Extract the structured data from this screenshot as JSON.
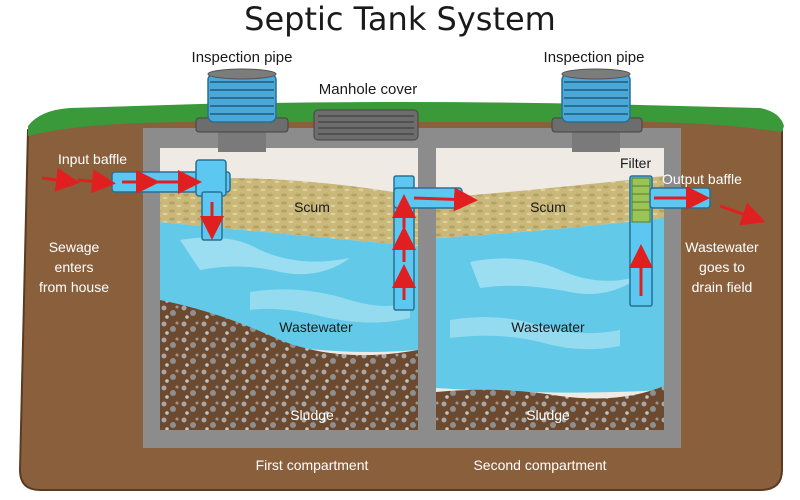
{
  "title": "Septic Tank System",
  "labels": {
    "inspection_pipe_left": "Inspection pipe",
    "inspection_pipe_right": "Inspection pipe",
    "manhole_cover": "Manhole cover",
    "input_baffle": "Input baffle",
    "output_baffle": "Output baffle",
    "filter": "Filter",
    "scum_left": "Scum",
    "scum_right": "Scum",
    "wastewater_left": "Wastewater",
    "wastewater_right": "Wastewater",
    "sludge_left": "Sludge",
    "sludge_right": "Sludge",
    "sewage_line1": "Sewage",
    "sewage_line2": "enters",
    "sewage_line3": "from house",
    "drain_line1": "Wastewater",
    "drain_line2": "goes to",
    "drain_line3": "drain field",
    "first_compartment": "First compartment",
    "second_compartment": "Second compartment"
  },
  "colors": {
    "soil": "#8a5f3c",
    "grass": "#3a9a3a",
    "tank_wall": "#8c8c8c",
    "air_gap": "#efeae4",
    "scum": "#c9b87a",
    "water": "#63c9e8",
    "water_light": "#a9e3f4",
    "sludge": "#6b4a2f",
    "pipe": "#5cc8f2",
    "arrow": "#e02020",
    "text_light": "#ffffff",
    "text_dark": "#1a1a1a"
  }
}
